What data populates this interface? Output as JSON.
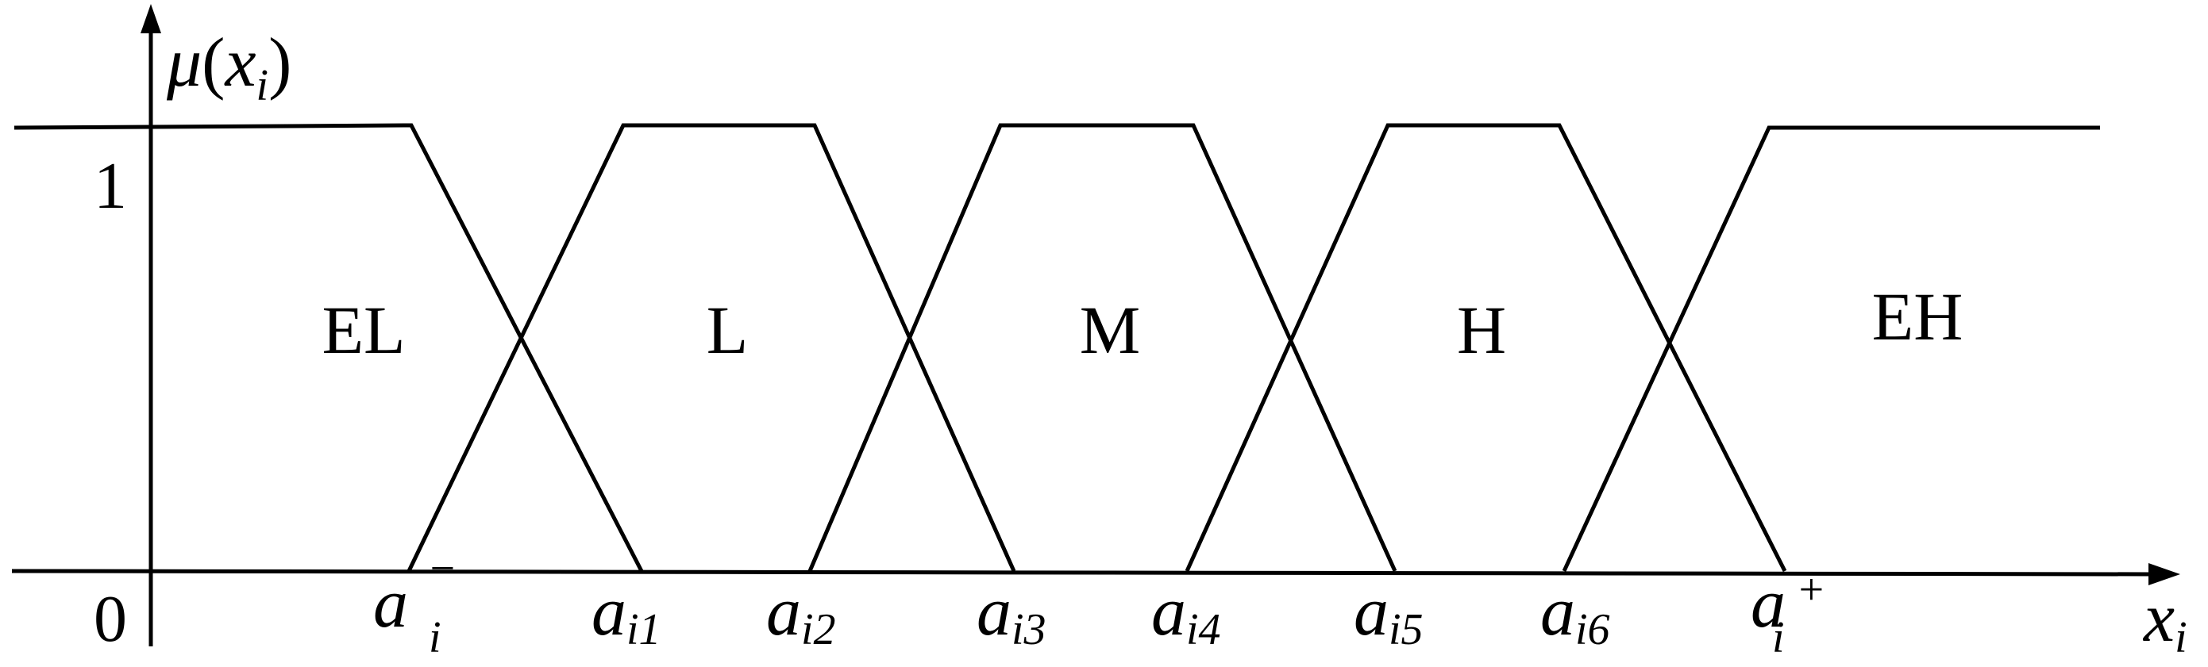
{
  "diagram": {
    "y_axis": {
      "symbol": "μ",
      "open": "(",
      "var": "x",
      "sub": "i",
      "close": ")"
    },
    "x_axis": {
      "var": "x",
      "sub": "i"
    },
    "ticks_y": [
      "1",
      "0"
    ],
    "sets": [
      "EL",
      "L",
      "M",
      "H",
      "EH"
    ],
    "ticks_x": [
      {
        "base": "a",
        "sub": "i",
        "sup": "−"
      },
      {
        "base": "a",
        "sub": "i1"
      },
      {
        "base": "a",
        "sub": "i2"
      },
      {
        "base": "a",
        "sub": "i3"
      },
      {
        "base": "a",
        "sub": "i4"
      },
      {
        "base": "a",
        "sub": "i5"
      },
      {
        "base": "a",
        "sub": "i6"
      },
      {
        "base": "a",
        "sub": "i",
        "sup": "+"
      }
    ]
  }
}
